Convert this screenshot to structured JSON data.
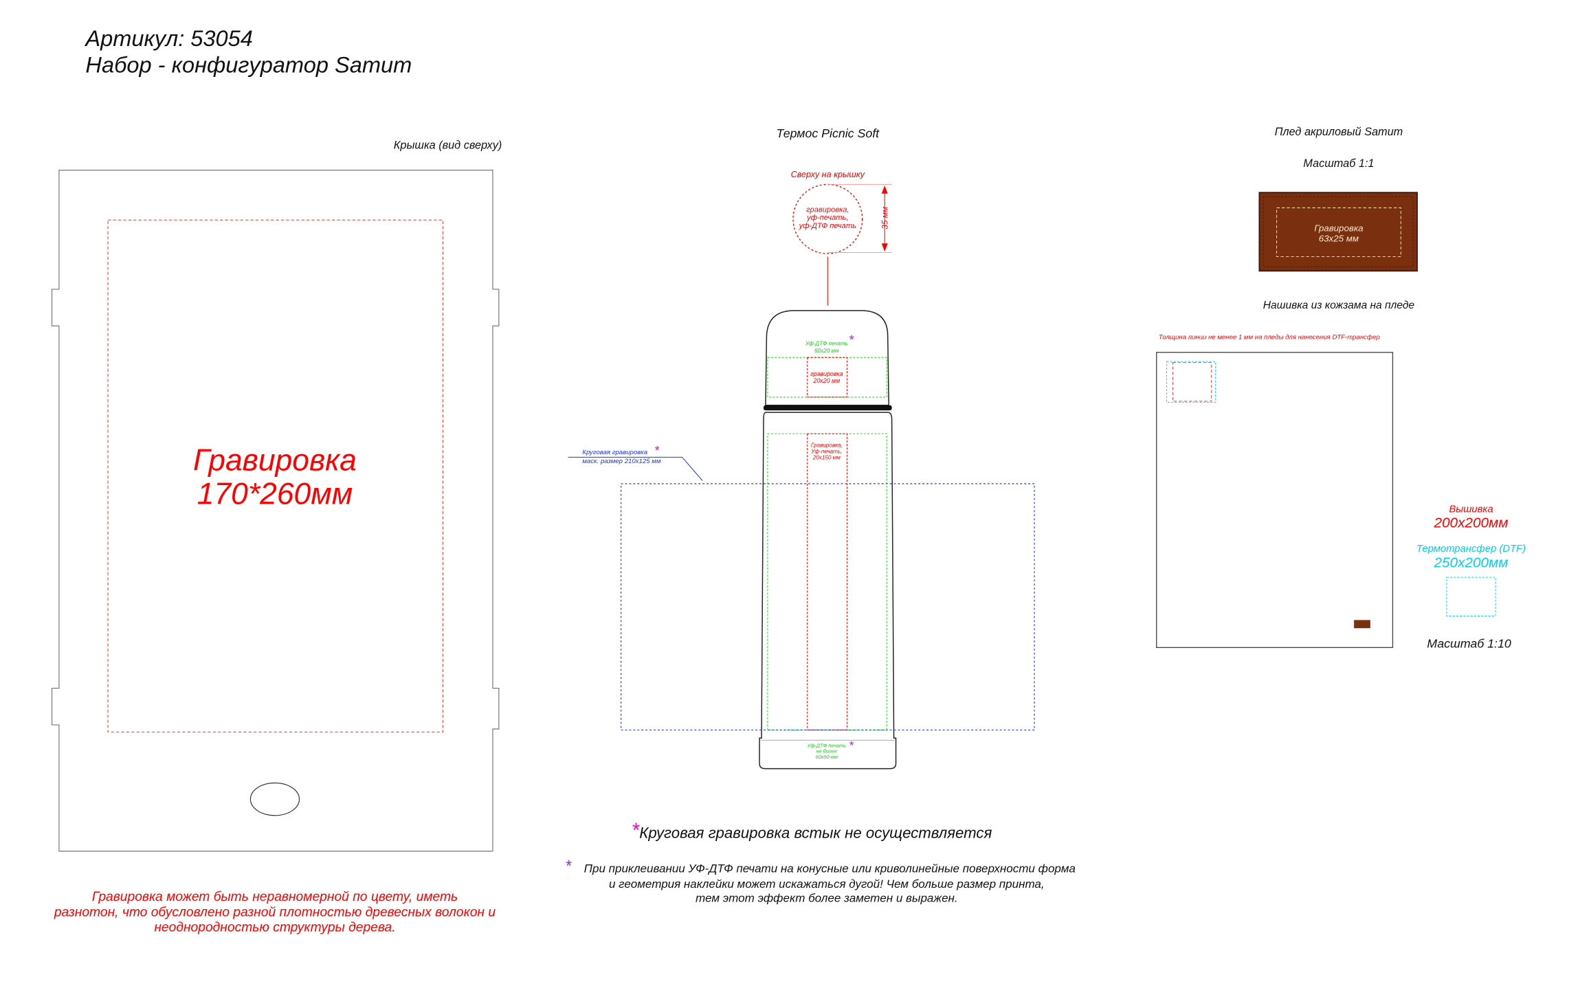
{
  "header": {
    "article": "Артикул:  53054",
    "title": "Набор - конфигуратор Samum"
  },
  "lid": {
    "caption": "Крышка (вид сверху)",
    "engraving_label": "Гравировка",
    "engraving_size": "170*260мм",
    "note": [
      "Гравировка может быть неравномерной по цвету, иметь",
      "разнотон, что обусловлено разной плотностью древесных волокон и",
      "неоднородностью структуры дерева."
    ]
  },
  "thermos": {
    "caption": "Термос Picnic Soft",
    "top_label": "Сверху на крышку",
    "top_circle": [
      "гравировка,",
      "уф-печать,",
      "уф-ДТФ печать"
    ],
    "top_dimension": "35 мм",
    "cap_uv": [
      "Уф-ДТФ печать",
      "60x20 мм"
    ],
    "cap_engraving": [
      "гравировка",
      "20x20 мм"
    ],
    "body_engraving": [
      "Гравировка,",
      "Уф-печать,",
      "20x150 мм"
    ],
    "wrap_label": [
      "Круговая гравировка",
      "маск. размер 210x125 мм"
    ],
    "bottom_uv": [
      "Уф-ДТФ печать",
      "не более",
      "60x90 мм"
    ],
    "asterisk": "*",
    "note1": "Круговая гравировка встык не осуществляется",
    "note2": [
      "При приклеивании УФ-ДТФ печати на конусные или криволинейные поверхности форма",
      "и геометрия наклейки может искажаться дугой! Чем больше размер принта,",
      "тем этот эффект более заметен и выражен."
    ]
  },
  "plaid": {
    "caption": "Плед акриловый Samum",
    "scale1": "Масштаб 1:1",
    "patch_label": [
      "Гравировка",
      "63x25 мм"
    ],
    "patch_caption": "Нашивка из кожзама на пледе",
    "line_note": "Толщина линии не менее 1 мм на пледы для нанесения DTF-трансфер",
    "embroidery_label": "Вышивка",
    "embroidery_size": "200x200мм",
    "dtf_label": "Термотрансфер (DTF)",
    "dtf_size": "250x200мм",
    "scale2": "Масштаб 1:10"
  },
  "colors": {
    "red": "#ff0000",
    "green": "#22dd22",
    "blue": "#2233ee",
    "cyan": "#00d8f0",
    "purple": "#9933dd",
    "magenta": "#ff00cc",
    "brown": "#7a2f0e"
  }
}
